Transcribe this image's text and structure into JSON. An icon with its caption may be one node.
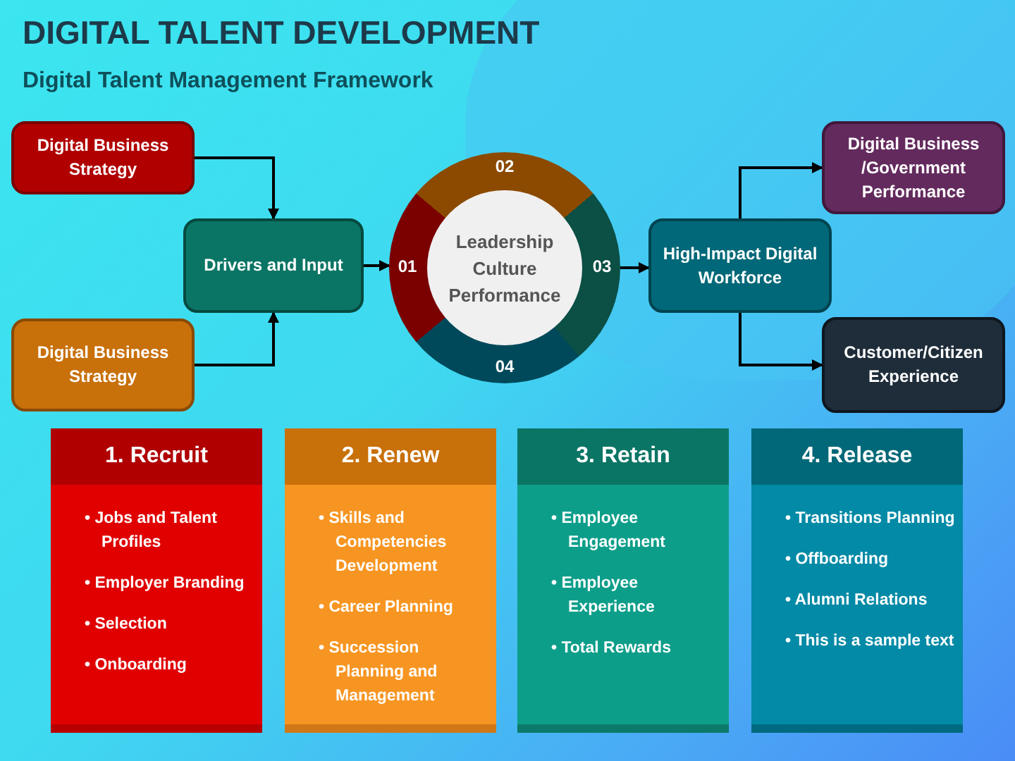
{
  "diagram": {
    "title": "DIGITAL TALENT DEVELOPMENT",
    "nodes": [
      {
        "text": [
          "Digital Business Strategy"
        ]
      },
      {
        "text": [
          "Digital Business Strategy"
        ]
      },
      {
        "text": [
          "Drivers and Input"
        ]
      },
      {
        "text": [
          "Leadership Culture Performance"
        ]
      },
      {
        "text": [
          "High-Impact Digital Workforce"
        ]
      },
      {
        "text": [
          "Digital Business /Government Performance"
        ]
      },
      {
        "text": [
          "Customer/Citizen Experience"
        ]
      },
      {
        "text": [
          "1. Recruit",
          "• Jobs and Talent Profiles",
          "• Employer Branding",
          "• Selection",
          "• Onboarding"
        ]
      },
      {
        "text": [
          "2. Renew",
          "• Skills and Competencies Development",
          "• Career Planning",
          "• Succession Planning and Management"
        ]
      },
      {
        "text": [
          "3. Retain",
          "• Employee Engagement",
          "• Employee Experience",
          "• Total Rewards"
        ]
      },
      {
        "text": [
          "4. Release",
          "• Transitions Planning",
          "• Offboarding",
          "• Alumni Relations",
          "• This is a sample text"
        ]
      }
    ],
    "edges": [
      {
        "from": 0,
        "to": 2,
        "arrow": "to"
      },
      {
        "from": 1,
        "to": 2,
        "arrow": "to"
      },
      {
        "from": 2,
        "to": 3,
        "arrow": "to"
      },
      {
        "from": 3,
        "to": 4,
        "arrow": "to"
      },
      {
        "from": 4,
        "to": 5,
        "arrow": "to"
      },
      {
        "from": 4,
        "to": 6,
        "arrow": "to"
      }
    ],
    "labels": [
      "Digital Talent Management Framework",
      "02",
      "01",
      "03",
      "04"
    ]
  }
}
